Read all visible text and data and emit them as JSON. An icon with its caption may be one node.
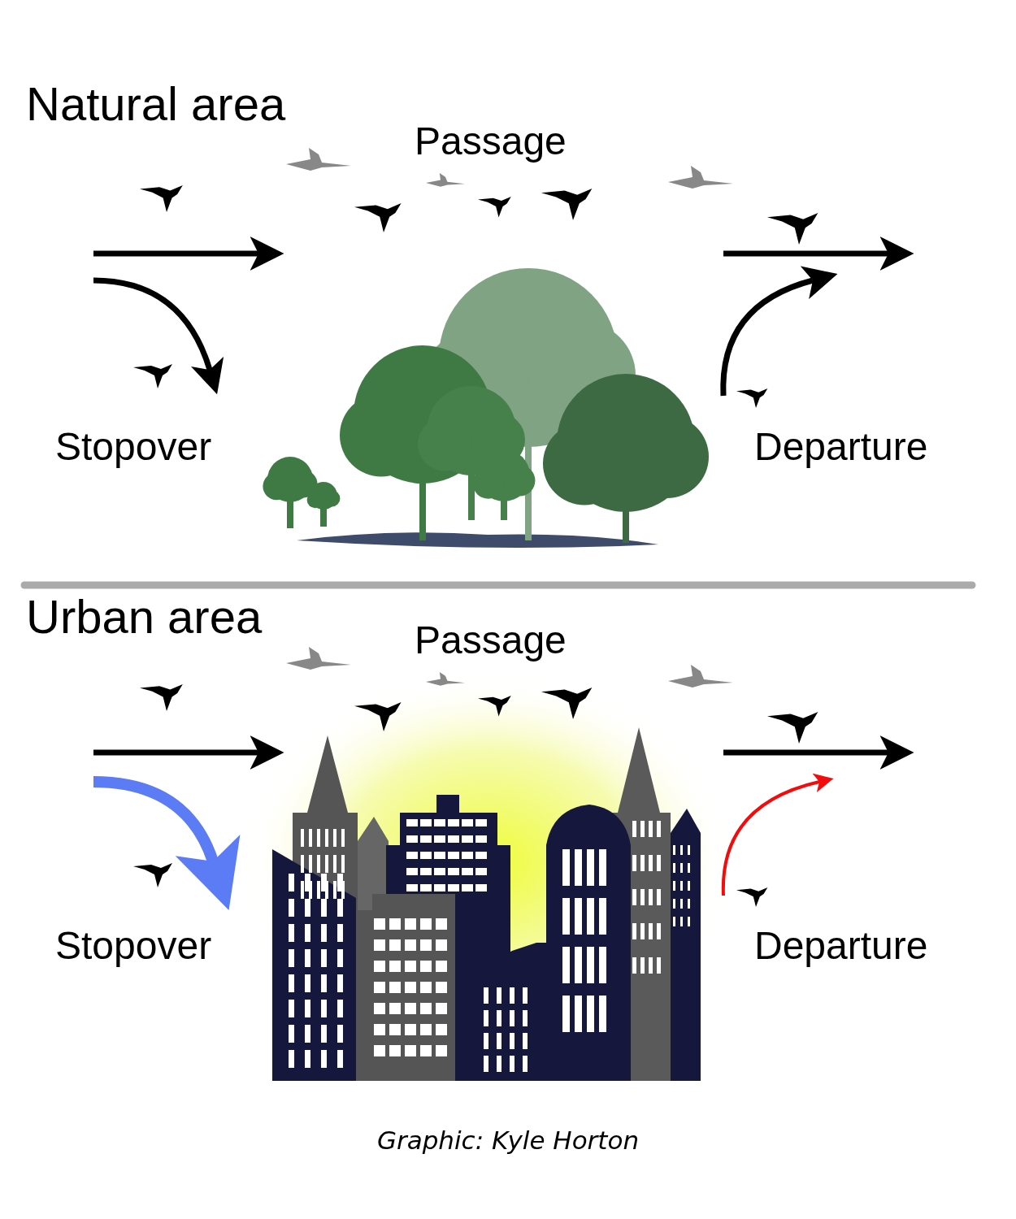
{
  "diagram": {
    "caption": "Graphic: Kyle Horton",
    "labels": [
      "Natural area",
      "Passage",
      "Stopover",
      "Departure",
      "Urban area",
      "Passage",
      "Stopover",
      "Departure"
    ]
  }
}
